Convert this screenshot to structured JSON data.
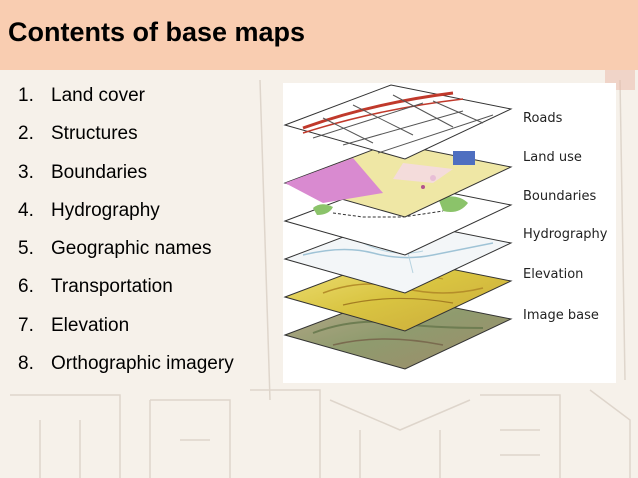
{
  "slide": {
    "title": "Contents of base maps",
    "items": [
      {
        "number": "1.",
        "label": "Land cover"
      },
      {
        "number": "2.",
        "label": "Structures"
      },
      {
        "number": "3.",
        "label": "Boundaries"
      },
      {
        "number": "4.",
        "label": "Hydrography"
      },
      {
        "number": "5.",
        "label": "Geographic names"
      },
      {
        "number": "6.",
        "label": "Transportation"
      },
      {
        "number": "7.",
        "label": "Elevation"
      },
      {
        "number": "8.",
        "label": "Orthographic imagery"
      }
    ]
  },
  "figure": {
    "layers": [
      "Roads",
      "Land use",
      "Boundaries",
      "Hydrography",
      "Elevation",
      "Image base"
    ]
  },
  "colors": {
    "header_bg": "#f9cdb1",
    "land_use_magenta": "#d98ad0",
    "elevation_yellow": "#e2d24a",
    "road_red": "#c0392b"
  }
}
